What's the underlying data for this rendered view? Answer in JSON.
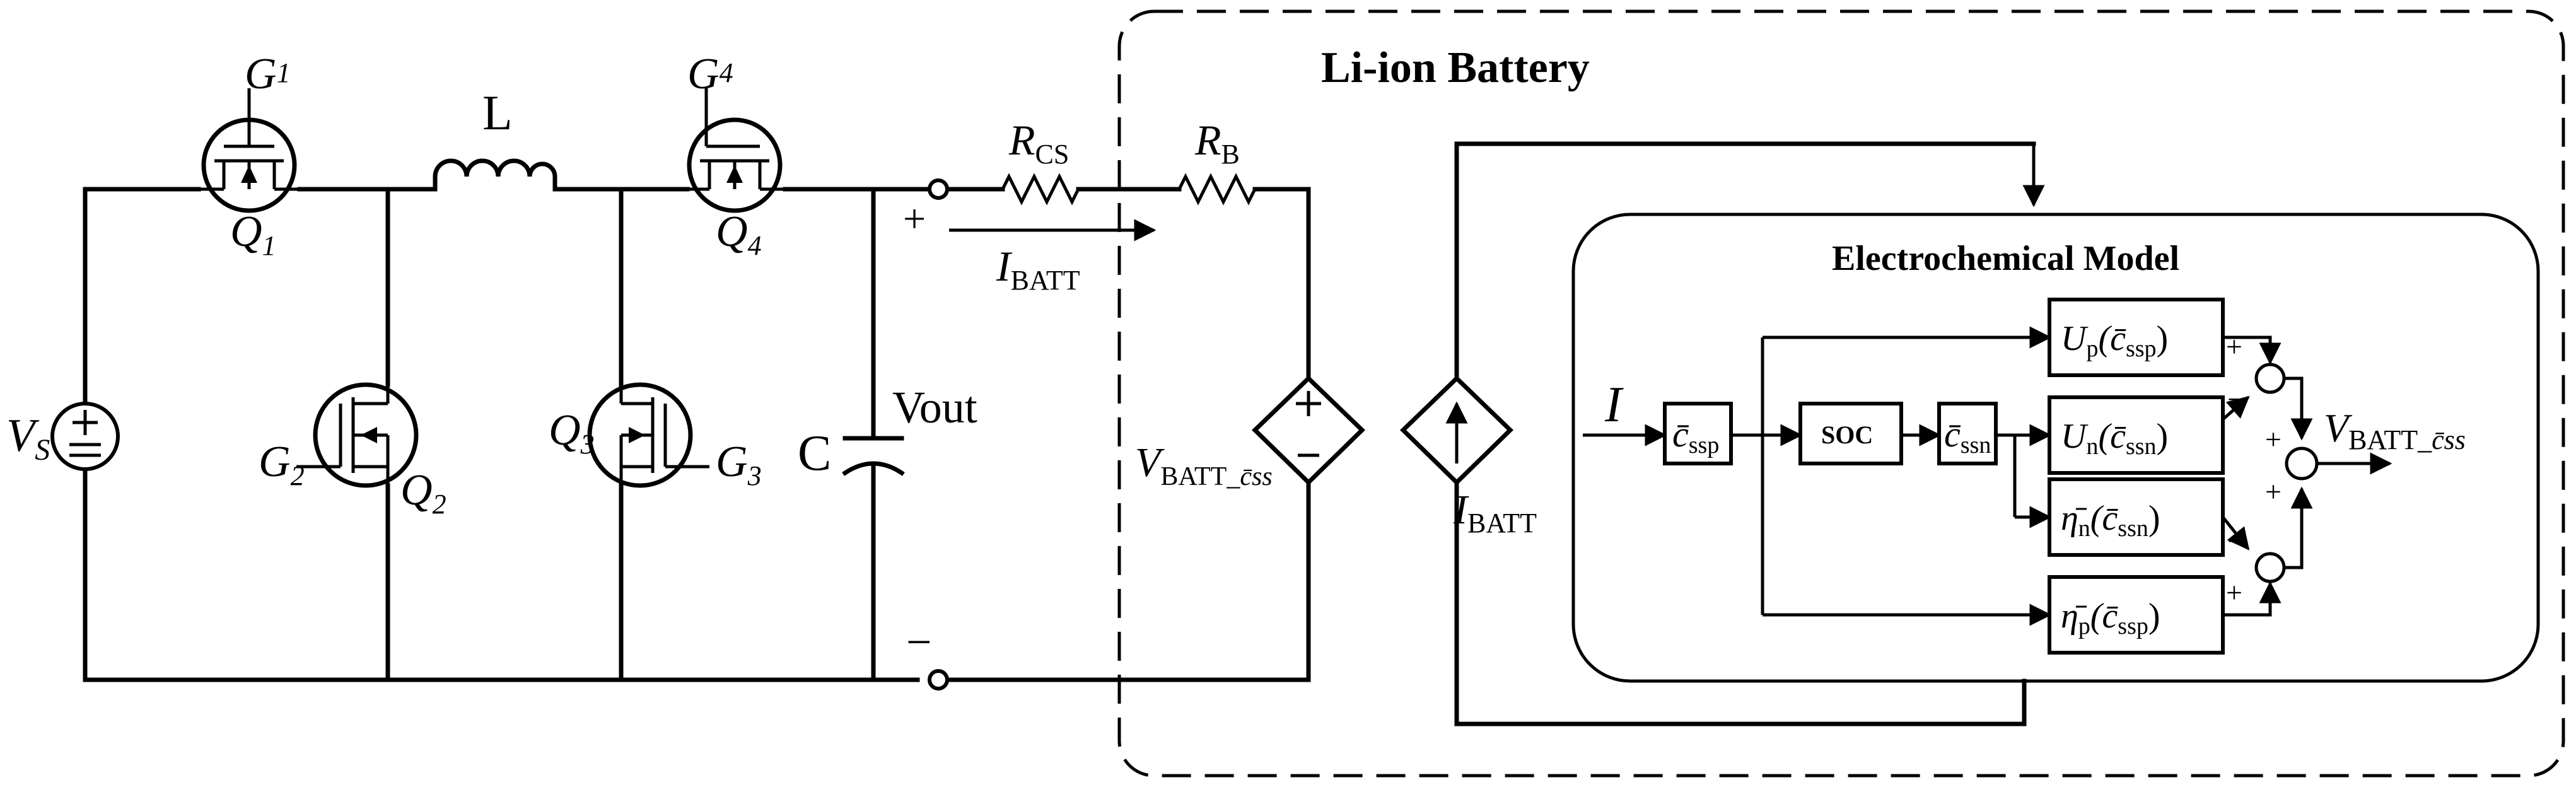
{
  "title_battery": "Li-ion Battery",
  "title_model": "Electrochemical Model",
  "labels": {
    "g1": "G",
    "g1_sub": "1",
    "g2": "G",
    "g2_sub": "2",
    "g3": "G",
    "g3_sub": "3",
    "g4": "G",
    "g4_sub": "4",
    "q1": "Q",
    "q1_sub": "1",
    "q2": "Q",
    "q2_sub": "2",
    "q3": "Q",
    "q3_sub": "3",
    "q4": "Q",
    "q4_sub": "4",
    "inductor": "L",
    "capacitor": "C",
    "vout": "Vout",
    "vs": "V",
    "vs_sub": "S",
    "rcs": "R",
    "rcs_sub": "CS",
    "rb": "R",
    "rb_sub": "B",
    "ibatt_main": "I",
    "ibatt_main_sub": "BATT",
    "ibatt_src": "I",
    "ibatt_src_sub": "BATT",
    "vbatt_src": "V",
    "vbatt_src_sub": "BATT_",
    "vbatt_src_sub2": "c̄ss",
    "plus": "+",
    "minus": "−",
    "input_i": "I",
    "css_p": "c̄",
    "css_p_sub": "ssp",
    "soc": "SOC",
    "css_n": "c̄",
    "css_n_sub": "ssn",
    "up": "U",
    "up_sub": "p",
    "up_arg": "(c̄",
    "up_arg_sub": "ssp",
    "up_close": ")",
    "un": "U",
    "un_sub": "n",
    "un_arg": "(c̄",
    "un_arg_sub": "ssn",
    "un_close": ")",
    "etan": "η̄",
    "etan_sub": "n",
    "etan_arg": "(c̄",
    "etan_arg_sub": "ssn",
    "etan_close": ")",
    "etap": "η̄",
    "etap_sub": "p",
    "etap_arg": "(c̄",
    "etap_arg_sub": "ssp",
    "etap_close": ")",
    "vbatt_out": "V",
    "vbatt_out_sub": "BATT_",
    "vbatt_out_sub2": "c̄ss"
  }
}
